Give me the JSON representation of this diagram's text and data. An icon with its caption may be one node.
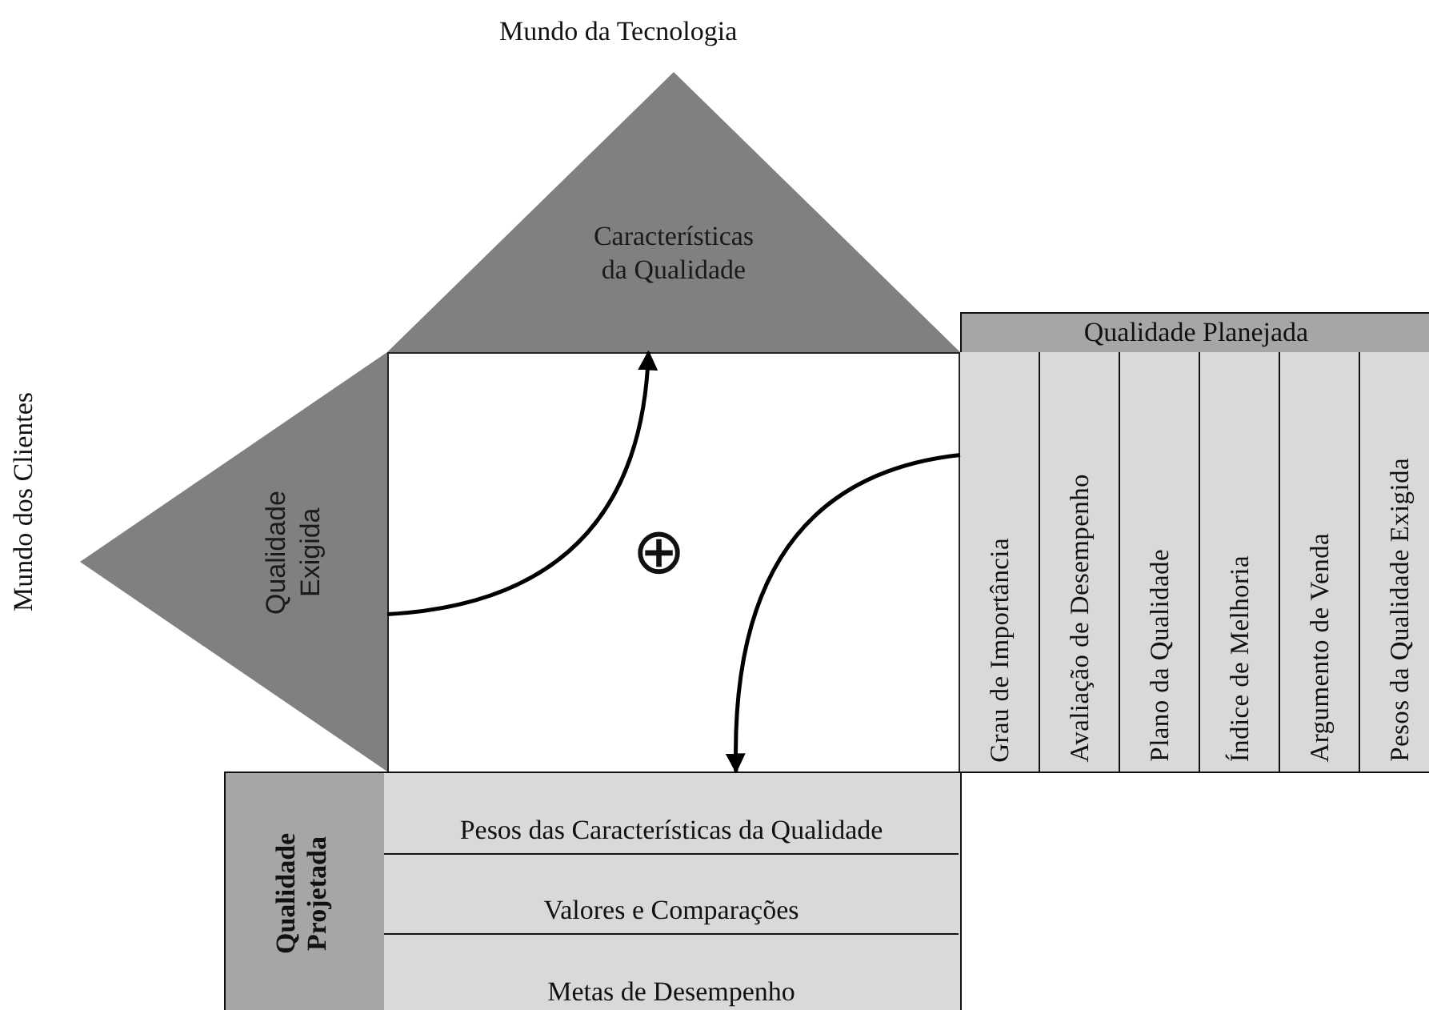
{
  "diagram": {
    "nodes": [
      {
        "text": [
          "Características da Qualidade"
        ]
      },
      {
        "text": [
          "Qualidade Exigida"
        ]
      },
      {
        "text": [
          "⊕"
        ]
      },
      {
        "text": [
          "Qualidade Planejada"
        ]
      },
      {
        "text": [
          "Grau de Importância"
        ],
        "in": 3
      },
      {
        "text": [
          "Avaliação de Desempenho"
        ],
        "in": 3
      },
      {
        "text": [
          "Plano da Qualidade"
        ],
        "in": 3
      },
      {
        "text": [
          "Índice de Melhoria"
        ],
        "in": 3
      },
      {
        "text": [
          "Argumento de Venda"
        ],
        "in": 3
      },
      {
        "text": [
          "Pesos da Qualidade Exigida"
        ],
        "in": 3
      },
      {
        "text": [
          "Qualidade Projetada"
        ]
      },
      {
        "text": [
          "Pesos das Características da Qualidade"
        ],
        "in": 10
      },
      {
        "text": [
          "Valores e Comparações"
        ],
        "in": 10
      },
      {
        "text": [
          "Metas de Desempenho"
        ],
        "in": 10
      }
    ],
    "edges": [
      {
        "from": 1,
        "to": 0,
        "arrow": "to"
      },
      {
        "from": 3,
        "to": 10,
        "arrow": "to"
      }
    ],
    "labels": [
      "Mundo da Tecnologia",
      "Mundo dos Clientes"
    ]
  }
}
